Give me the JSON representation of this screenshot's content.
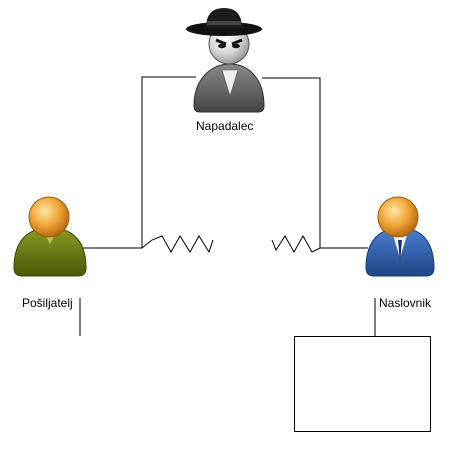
{
  "nodes": {
    "attacker": {
      "label": "Napadalec",
      "icon": "spy-person-icon",
      "color": "#5a5a5a"
    },
    "sender": {
      "label": "Pošiljatelj",
      "icon": "person-icon",
      "color": "#6b7a12"
    },
    "receiver": {
      "label": "Naslovnik",
      "icon": "person-icon",
      "color": "#2f5fa8"
    }
  },
  "message_box": {
    "text": ""
  },
  "connections": [
    {
      "from": "sender",
      "to": "attacker",
      "style": "broken-zigzag"
    },
    {
      "from": "attacker",
      "to": "receiver",
      "style": "broken-zigzag"
    }
  ]
}
